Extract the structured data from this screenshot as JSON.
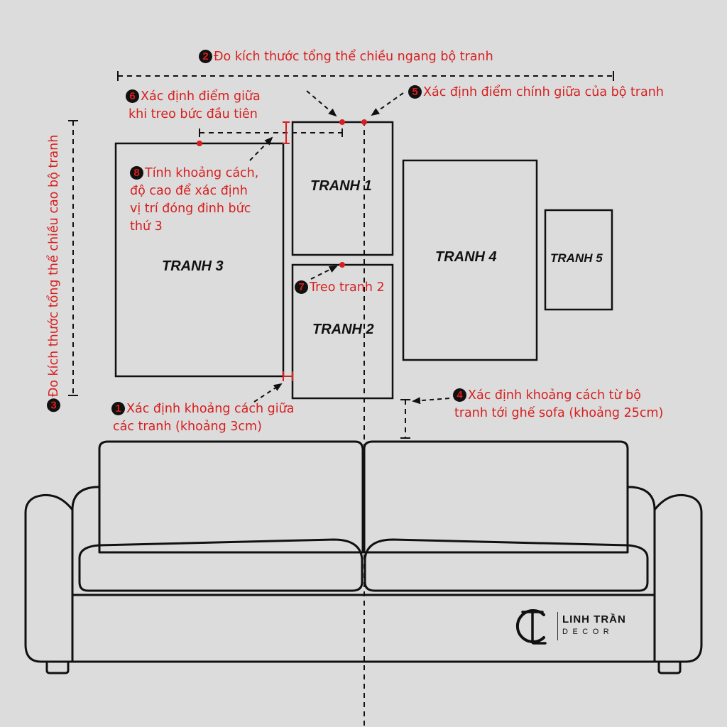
{
  "frames": {
    "f1": "TRANH 1",
    "f2": "TRANH 2",
    "f3": "TRANH 3",
    "f4": "TRANH 4",
    "f5": "TRANH 5"
  },
  "notes": {
    "n1": {
      "num": "1",
      "line1": "Xác định khoảng cách giữa",
      "line2": "các tranh (khoảng 3cm)"
    },
    "n2": {
      "num": "2",
      "text": "Đo kích thước tổng thể chiều ngang bộ tranh"
    },
    "n3": {
      "num": "3",
      "text": "Đo kích thước tổng thể chiều cao bộ tranh"
    },
    "n4": {
      "num": "4",
      "line1": "Xác định khoảng cách từ bộ",
      "line2": "tranh tới ghế sofa (khoảng 25cm)"
    },
    "n5": {
      "num": "5",
      "text": "Xác định điểm chính giữa của bộ tranh"
    },
    "n6": {
      "num": "6",
      "line1": "Xác định điểm giữa",
      "line2": "khi treo bức đầu tiên"
    },
    "n7": {
      "num": "7",
      "text": "Treo tranh 2"
    },
    "n8": {
      "num": "8",
      "line1": "Tính khoảng cách,",
      "line2": "độ cao để xác định",
      "line3": "vị trí đóng đinh bức",
      "line4": "thứ 3"
    }
  },
  "brand": {
    "name": "LINH TRẦN",
    "sub": "DECOR"
  },
  "colors": {
    "background": "#dcdcdc",
    "annotation": "#d81e1e",
    "line": "#111111"
  }
}
